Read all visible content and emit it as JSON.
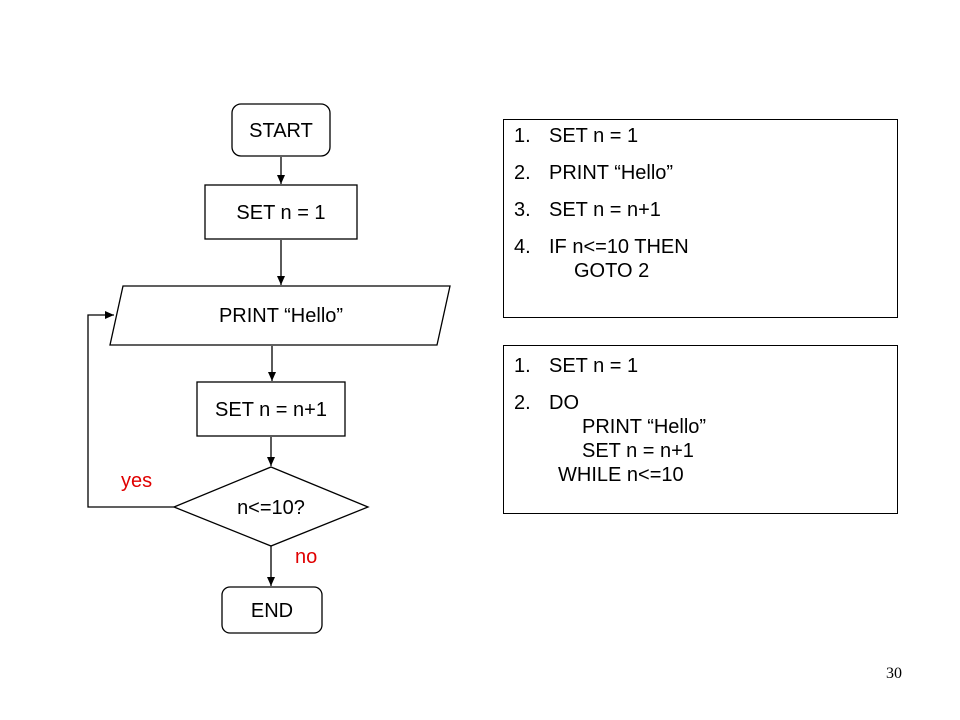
{
  "flowchart": {
    "start": "START",
    "set_n": "SET n = 1",
    "print": "PRINT “Hello”",
    "increment": "SET n = n+1",
    "condition": "n<=10?",
    "end": "END",
    "yes_label": "yes",
    "no_label": "no"
  },
  "goto_code": {
    "items": [
      {
        "num": "1.",
        "text": "SET n = 1"
      },
      {
        "num": "2.",
        "text": "PRINT “Hello”"
      },
      {
        "num": "3.",
        "text": "SET n = n+1"
      },
      {
        "num": "4.",
        "text": "IF n<=10 THEN",
        "cont": "GOTO 2"
      }
    ]
  },
  "loop_code": {
    "item1": {
      "num": "1.",
      "text": "SET n = 1"
    },
    "item2": {
      "num": "2.",
      "text": "DO",
      "body1": "PRINT “Hello”",
      "body2": "SET n = n+1",
      "while": "WHILE n<=10"
    }
  },
  "colors": {
    "branch_label": "#e00000"
  },
  "page_number": "30"
}
